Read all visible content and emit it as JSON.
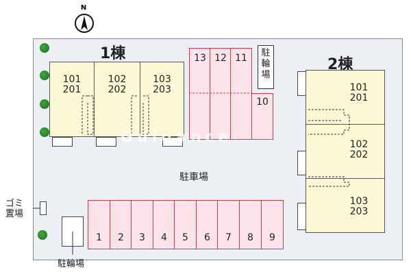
{
  "compass": {
    "label": "N"
  },
  "building1": {
    "title": "1棟",
    "units": [
      {
        "upper": "101",
        "lower": "201"
      },
      {
        "upper": "102",
        "lower": "202"
      },
      {
        "upper": "103",
        "lower": "203"
      }
    ]
  },
  "building2": {
    "title": "2棟",
    "units": [
      {
        "upper": "101",
        "lower": "201"
      },
      {
        "upper": "102",
        "lower": "202"
      },
      {
        "upper": "103",
        "lower": "203"
      }
    ]
  },
  "parking": {
    "label": "駐車場",
    "top_stalls": [
      "13",
      "12",
      "11"
    ],
    "stall_10": "10",
    "bottom_stalls": [
      "1",
      "2",
      "3",
      "4",
      "5",
      "6",
      "7",
      "8",
      "9"
    ]
  },
  "bike_parking_top": {
    "chars": [
      "駐",
      "輪",
      "場"
    ]
  },
  "bike_parking_bottom": {
    "label": "駐輪場"
  },
  "garbage": {
    "line1": "ゴミ",
    "line2": "置場"
  },
  "watermark": "Guidance"
}
